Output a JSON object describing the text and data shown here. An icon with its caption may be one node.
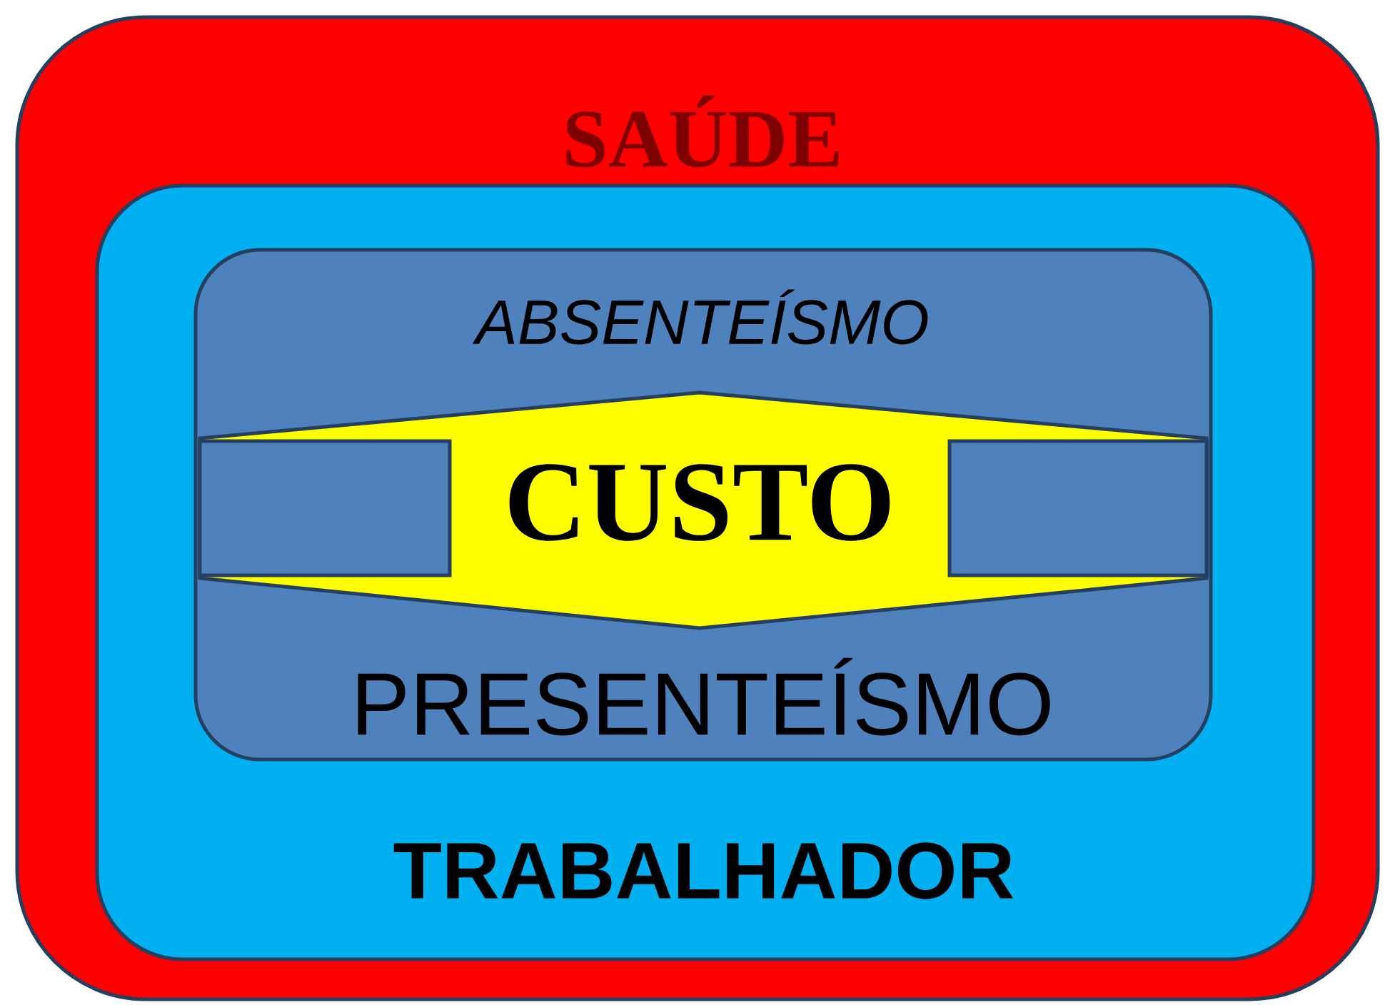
{
  "diagram": {
    "nodes": [
      {
        "text": [
          "SAÚDE"
        ]
      },
      {
        "text": [
          "TRABALHADOR"
        ],
        "in": 0
      },
      {
        "text": [
          "ABSENTEÍSMO",
          "PRESENTEÍSMO"
        ],
        "in": 1
      },
      {
        "text": [
          "CUSTO"
        ],
        "in": 2
      }
    ]
  }
}
